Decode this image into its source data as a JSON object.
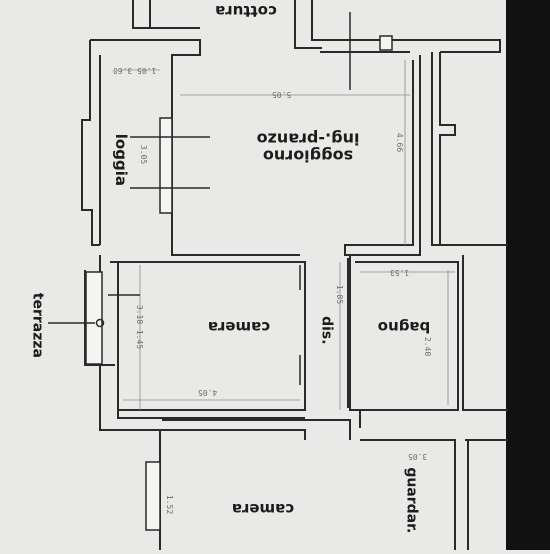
{
  "plan": {
    "colors": {
      "paper": "#e9e9e7",
      "wall": "#2a2a2a",
      "wall_fill": "#f4f4f2",
      "edge": "#111111"
    },
    "rooms": {
      "cottura": "cottura",
      "pranzo_line1": "ing.-pranzo",
      "pranzo_line2": "soggiorno",
      "loggia": "loggia",
      "terrazza": "terrazza",
      "camera_1": "camera",
      "dis": "dis.",
      "bagno": "bagno",
      "camera_2": "camera",
      "guardar": "guardar."
    },
    "dimensions": {
      "loggia_top": "1.05 3.60",
      "pranzo_width": "5.05",
      "pranzo_height": "4.66",
      "loggia_window": "3.05",
      "bagno_width": "1.53",
      "bagno_height": "2.40",
      "dis_height": "1.85",
      "camera_window": "1.45",
      "camera_window_b": "3.18",
      "camera_width": "4.05",
      "camera2_window": "1.52",
      "guardar_width": "3.05"
    }
  }
}
